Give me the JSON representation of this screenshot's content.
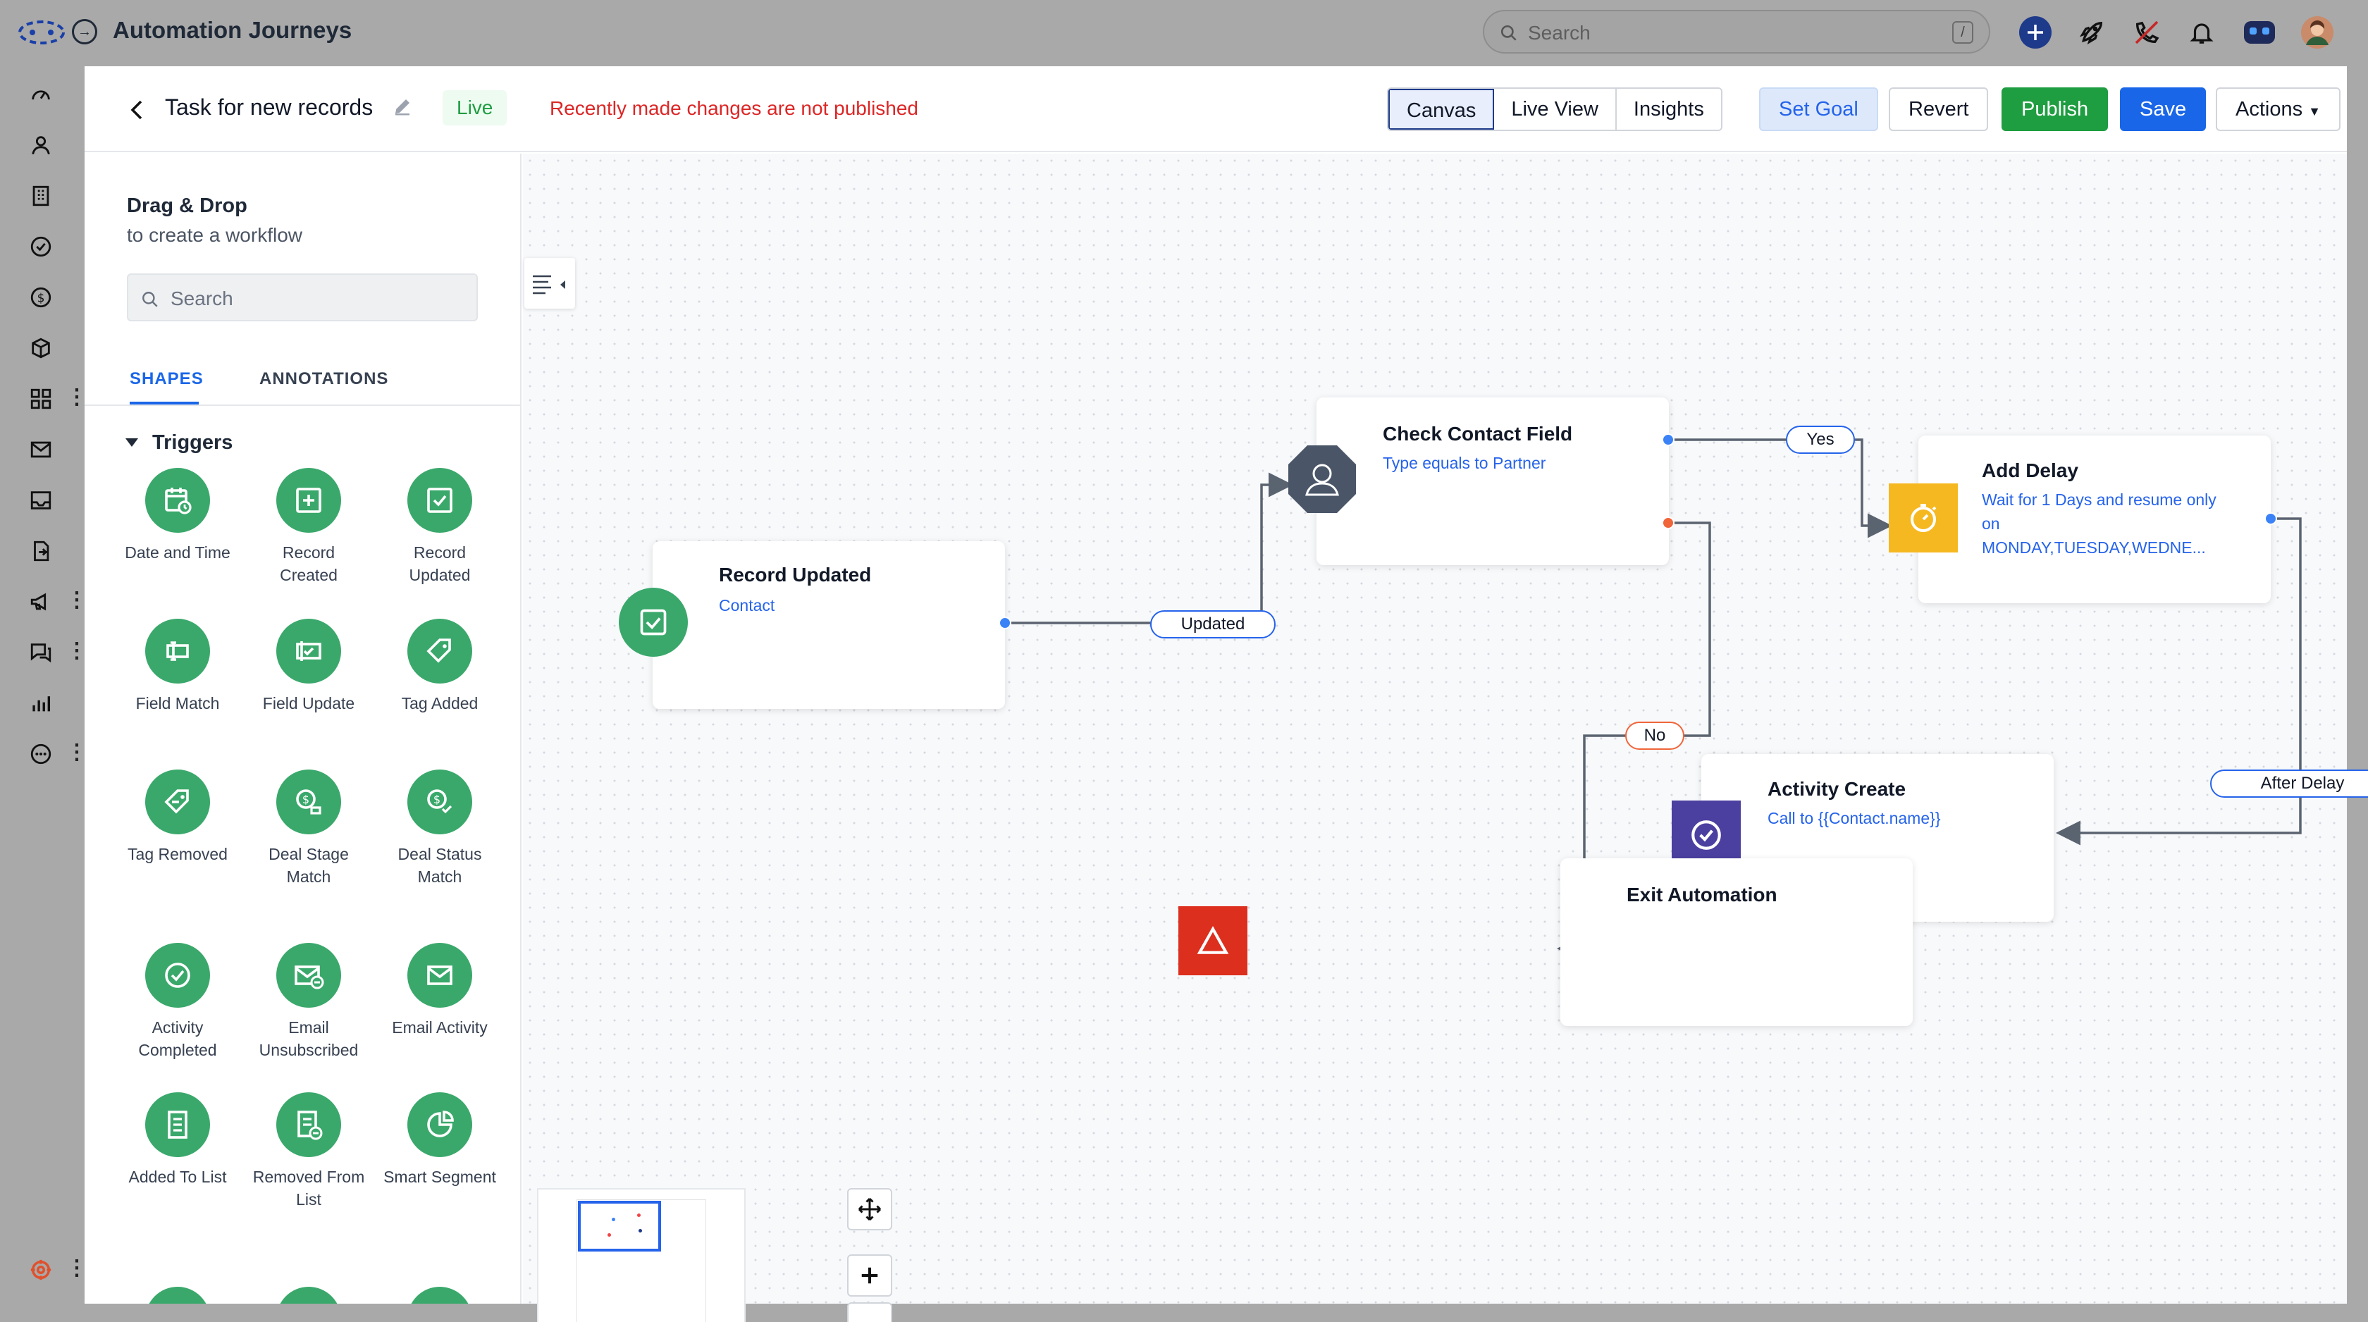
{
  "app": {
    "title": "Automation Journeys"
  },
  "global_search": {
    "placeholder": "Search",
    "shortcut": "/"
  },
  "topbar_icons": [
    "plus-circle-icon",
    "rocket-icon",
    "phone-off-icon",
    "bell-icon",
    "bot-icon",
    "avatar"
  ],
  "leftnav_icons": [
    "dashboard-icon",
    "contacts-icon",
    "companies-icon",
    "tasks-icon",
    "deals-icon",
    "products-icon",
    "apps-icon",
    "email-icon",
    "inbox-icon",
    "forms-icon",
    "campaigns-icon",
    "chat-icon",
    "reports-icon",
    "more-icon",
    "settings-icon"
  ],
  "header": {
    "title": "Task for new records",
    "status": "Live",
    "warning": "Recently made changes are not published",
    "views": [
      "Canvas",
      "Live View",
      "Insights"
    ],
    "active_view": "Canvas",
    "set_goal": "Set Goal",
    "revert": "Revert",
    "publish": "Publish",
    "save": "Save",
    "actions": "Actions"
  },
  "panel": {
    "title": "Drag & Drop",
    "subtitle": "to create a workflow",
    "search_placeholder": "Search",
    "tabs": [
      "SHAPES",
      "ANNOTATIONS"
    ],
    "section": "Triggers",
    "shapes": [
      {
        "label": "Date and Time",
        "icon": "calendar-clock-icon"
      },
      {
        "label": "Record Created",
        "icon": "plus-square-icon"
      },
      {
        "label": "Record Updated",
        "icon": "check-square-icon"
      },
      {
        "label": "Field Match",
        "icon": "field-icon"
      },
      {
        "label": "Field Update",
        "icon": "field-check-icon"
      },
      {
        "label": "Tag Added",
        "icon": "tag-icon"
      },
      {
        "label": "Tag Removed",
        "icon": "tag-minus-icon"
      },
      {
        "label": "Deal Stage Match",
        "icon": "deal-stage-icon"
      },
      {
        "label": "Deal Status Match",
        "icon": "deal-status-icon"
      },
      {
        "label": "Activity Completed",
        "icon": "check-circle-icon"
      },
      {
        "label": "Email Unsubscribed",
        "icon": "email-unsubscribe-icon"
      },
      {
        "label": "Email Activity",
        "icon": "email-icon"
      },
      {
        "label": "Added To List",
        "icon": "list-add-icon"
      },
      {
        "label": "Removed From List",
        "icon": "list-remove-icon"
      },
      {
        "label": "Smart Segment",
        "icon": "segment-icon"
      }
    ]
  },
  "canvas": {
    "nodes": {
      "record_updated": {
        "title": "Record Updated",
        "sub": "Contact"
      },
      "check_contact": {
        "title": "Check Contact Field",
        "sub": "Type equals to Partner"
      },
      "add_delay": {
        "title": "Add Delay",
        "sub": "Wait for 1 Days and resume only on MONDAY,TUESDAY,WEDNE..."
      },
      "activity_create": {
        "title": "Activity Create",
        "sub": "Call to {{Contact.name}}"
      },
      "exit_automation": {
        "title": "Exit Automation",
        "sub": ""
      }
    },
    "edge_labels": {
      "updated": "Updated",
      "yes": "Yes",
      "no": "No",
      "after_delay": "After Delay"
    }
  },
  "colors": {
    "trigger_green": "#3aa86b",
    "primary_blue": "#1a66e8",
    "publish_green": "#1f9d41",
    "warning_red": "#dc2626",
    "delay_yellow": "#f6b820",
    "activity_purple": "#4b3fa0",
    "exit_red": "#dc2f1e",
    "check_slate": "#4a5668"
  }
}
